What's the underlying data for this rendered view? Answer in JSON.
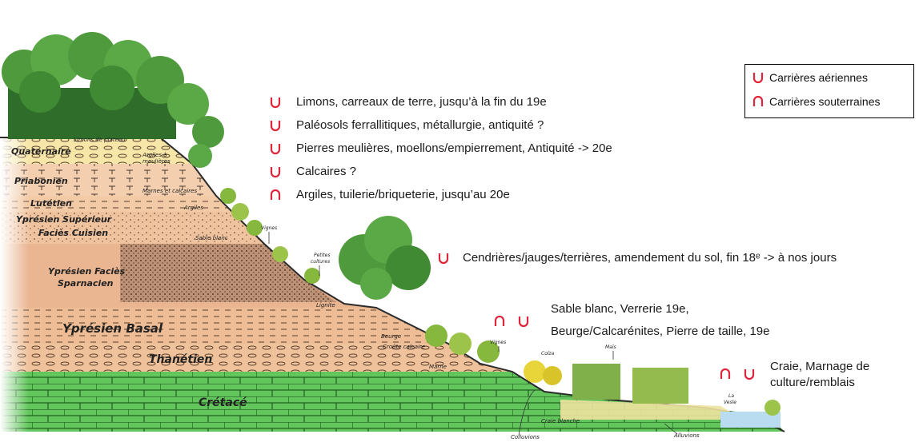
{
  "legend": {
    "open_pit_label": "Carrières aériennes",
    "underground_label": "Carrières souterraines"
  },
  "strata": {
    "quaternaire": "Quaternaire",
    "priabonien": "Priabonien",
    "lutetien": "Lutétien",
    "ypresien_sup_1": "Yprésien Supérieur",
    "ypresien_sup_2": "Faciès Cuisien",
    "ypresien_spa_1": "Yprésien Faciès",
    "ypresien_spa_2": "Sparnacien",
    "ypresien_basal": "Yprésien Basal",
    "thanetien": "Thanétien",
    "cretace": "Crétacé"
  },
  "layer_labels": {
    "limons_plateau": "Limons de plateau",
    "argiles_meulieres_1": "Argiles à",
    "argiles_meulieres_2": "meulières",
    "marnes_calcaires": "Marnes et calcaires",
    "argiles": "Argiles",
    "sable_blanc": "Sable blanc",
    "lignite": "Lignite",
    "beurge": "Beurge",
    "croute_calcaire": "Croûte calcaire",
    "marne": "Marne",
    "craie_blanche": "Craie blanche",
    "colluvions": "Colluvions",
    "alluvions": "Alluvions"
  },
  "vegetation_labels": {
    "vignes_top": "Vignes",
    "petites_cultures_1": "Petites",
    "petites_cultures_2": "cultures",
    "vignes_low": "Vignes",
    "colza": "Colza",
    "mais": "Maïs",
    "la_vesle_1": "La",
    "la_vesle_2": "Vesle"
  },
  "notes": {
    "limons": "Limons, carreaux de terre, jusqu’à la fin du 19e",
    "paleosols": "Paléosols ferrallitiques, métallurgie, antiquité ?",
    "meulieres": "Pierres meulières, moellons/empierrement, Antiquité -> 20e",
    "calcaires": "Calcaires ?",
    "argiles": "Argiles, tuilerie/briqueterie, jusqu’au 20e",
    "cendrieres": "Cendrières/jauges/terrières, amendement du sol, fin 18ᵉ -> à nos jours",
    "sable_blanc": "Sable blanc, Verrerie 19e,",
    "beurge": "Beurge/Calcarénites, Pierre de taille, 19e",
    "craie_1": "Craie, Marnage de",
    "craie_2": "culture/remblais"
  },
  "colors": {
    "quarry_symbol": "#e0253a",
    "chalk": "#5ec45a",
    "sand": "#e9b38c",
    "forest": "#4e9a3c"
  }
}
